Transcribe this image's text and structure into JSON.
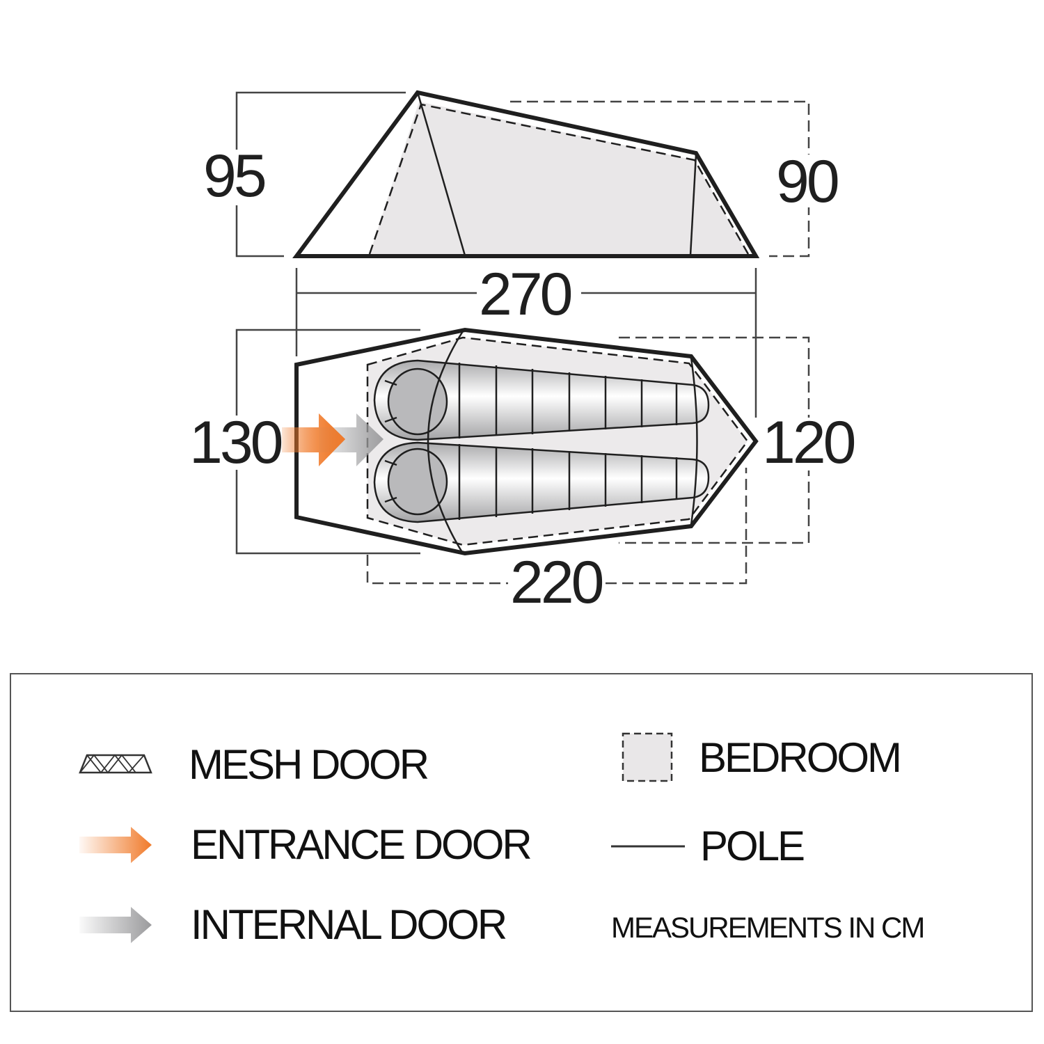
{
  "diagram": {
    "title": "Tent dimensions diagram",
    "side_view": {
      "height_front_label": "95",
      "height_rear_label": "90",
      "length_label": "270"
    },
    "floor_plan": {
      "width_front_label": "130",
      "width_rear_label": "120",
      "inner_length_label": "220",
      "sleeping_bags": 2
    },
    "colors": {
      "outline": "#1f1f1f",
      "bedroom_fill": "#e9e7e8",
      "entrance_arrow": "#f07a2a",
      "internal_arrow": "#9a9a9c",
      "head_fill": "#b9b9bb",
      "dim_line": "#444444"
    }
  },
  "legend": {
    "items": [
      {
        "key": "mesh_door",
        "label": "MESH DOOR",
        "icon": "mesh-door-icon"
      },
      {
        "key": "entrance_door",
        "label": "ENTRANCE DOOR",
        "icon": "entrance-arrow-icon"
      },
      {
        "key": "internal_door",
        "label": "INTERNAL DOOR",
        "icon": "internal-arrow-icon"
      },
      {
        "key": "bedroom",
        "label": "BEDROOM",
        "icon": "bedroom-icon"
      },
      {
        "key": "pole",
        "label": "POLE",
        "icon": "pole-line-icon"
      }
    ],
    "note": "MEASUREMENTS IN CM"
  }
}
